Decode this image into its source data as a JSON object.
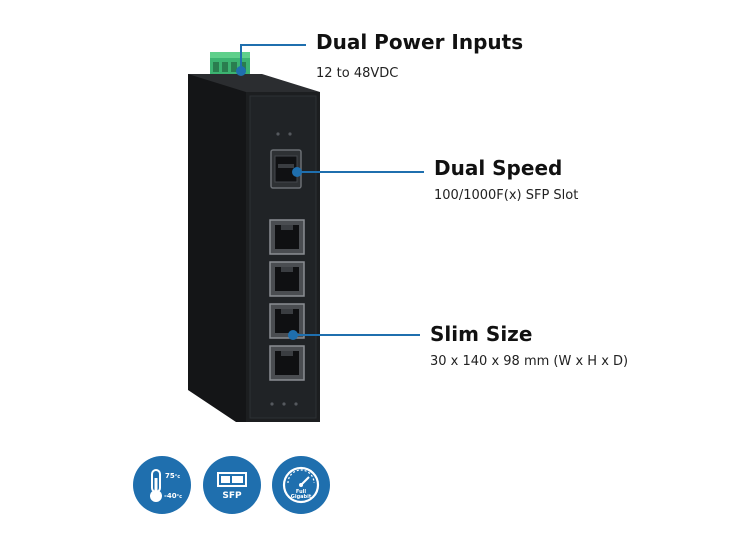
{
  "callouts": {
    "power": {
      "title": "Dual Power Inputs",
      "subtitle": "12 to 48VDC"
    },
    "speed": {
      "title": "Dual Speed",
      "subtitle": "100/1000F(x) SFP Slot"
    },
    "size": {
      "title": "Slim Size",
      "subtitle": "30 x 140 x 98 mm (W x H x D)"
    }
  },
  "badges": {
    "temperature": {
      "high": "75",
      "low": "-40",
      "unit": "°c",
      "icon": "thermometer-icon"
    },
    "sfp": {
      "label": "SFP",
      "icon": "sfp-module-icon"
    },
    "gigabit": {
      "line1": "Full",
      "line2": "Gigabit",
      "icon": "speedometer-icon"
    }
  },
  "colors": {
    "accent": "#1f6fae",
    "device_body": "#1c1e20",
    "terminal_block": "#3cb371"
  }
}
